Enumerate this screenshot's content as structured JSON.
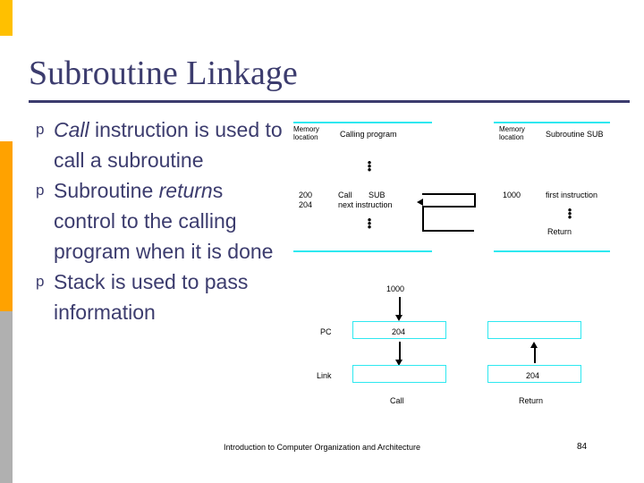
{
  "slide": {
    "title": "Subroutine Linkage",
    "bullets": [
      {
        "marker": "p",
        "html": "<em>Call</em> instruction is used to call a subroutine"
      },
      {
        "marker": "p",
        "html": "Subroutine <em>return</em>s control to the calling program when it is done"
      },
      {
        "marker": "p",
        "html": "Stack is used to pass information"
      }
    ],
    "footer": {
      "text": "Introduction to Computer Organization and Architecture",
      "page": "84"
    },
    "diagram": {
      "labels": {
        "memory_location_left": "Memory\nlocation",
        "calling_program": "Calling program",
        "memory_location_right": "Memory\nlocation",
        "subroutine_sub": "Subroutine SUB",
        "addr_200": "200",
        "addr_204": "204",
        "call": "Call",
        "sub": "SUB",
        "next_instruction": "next instruction",
        "addr_1000": "1000",
        "first_instruction": "first instruction",
        "return": "Return",
        "value_1000": "1000",
        "pc": "PC",
        "pc_value": "204",
        "link": "Link",
        "link_value": "",
        "right_top_box_value": "",
        "right_bottom_box_value": "204",
        "call_caption": "Call",
        "return_caption": "Return"
      },
      "colors": {
        "accent": "#2ee8f0",
        "text": "#000000"
      }
    },
    "colors": {
      "title": "#3c3c6e",
      "strip_yellow": "#ffc000",
      "strip_orange": "#ffa200",
      "strip_grey": "#b0b0b0"
    }
  }
}
